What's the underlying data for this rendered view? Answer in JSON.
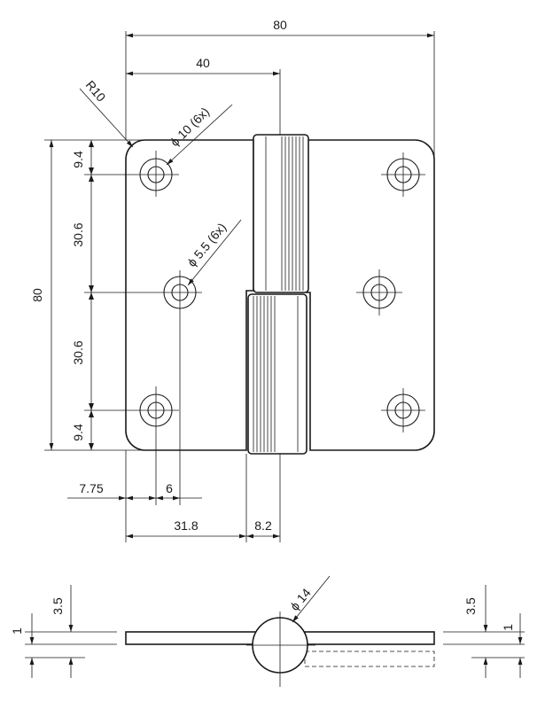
{
  "drawing": {
    "top_view": {
      "dim_overall_width": "80",
      "dim_half_width": "40",
      "dim_corner_radius": "R10",
      "dim_large_hole": "ϕ 10 (6x)",
      "dim_small_hole": "ϕ 5.5 (6x)",
      "dim_overall_height": "80",
      "dim_top_offset": "9.4",
      "dim_upper_span": "30.6",
      "dim_lower_span": "30.6",
      "dim_bottom_offset": "9.4",
      "dim_left_offset": "7.75",
      "dim_hole_offset": "6",
      "dim_leaf_width": "31.8",
      "dim_knuckle_width": "8.2"
    },
    "side_view": {
      "dim_pin_diameter": "ϕ 14",
      "dim_left_height": "3.5",
      "dim_left_thickness": "1",
      "dim_right_height": "3.5",
      "dim_right_thickness": "1"
    }
  }
}
